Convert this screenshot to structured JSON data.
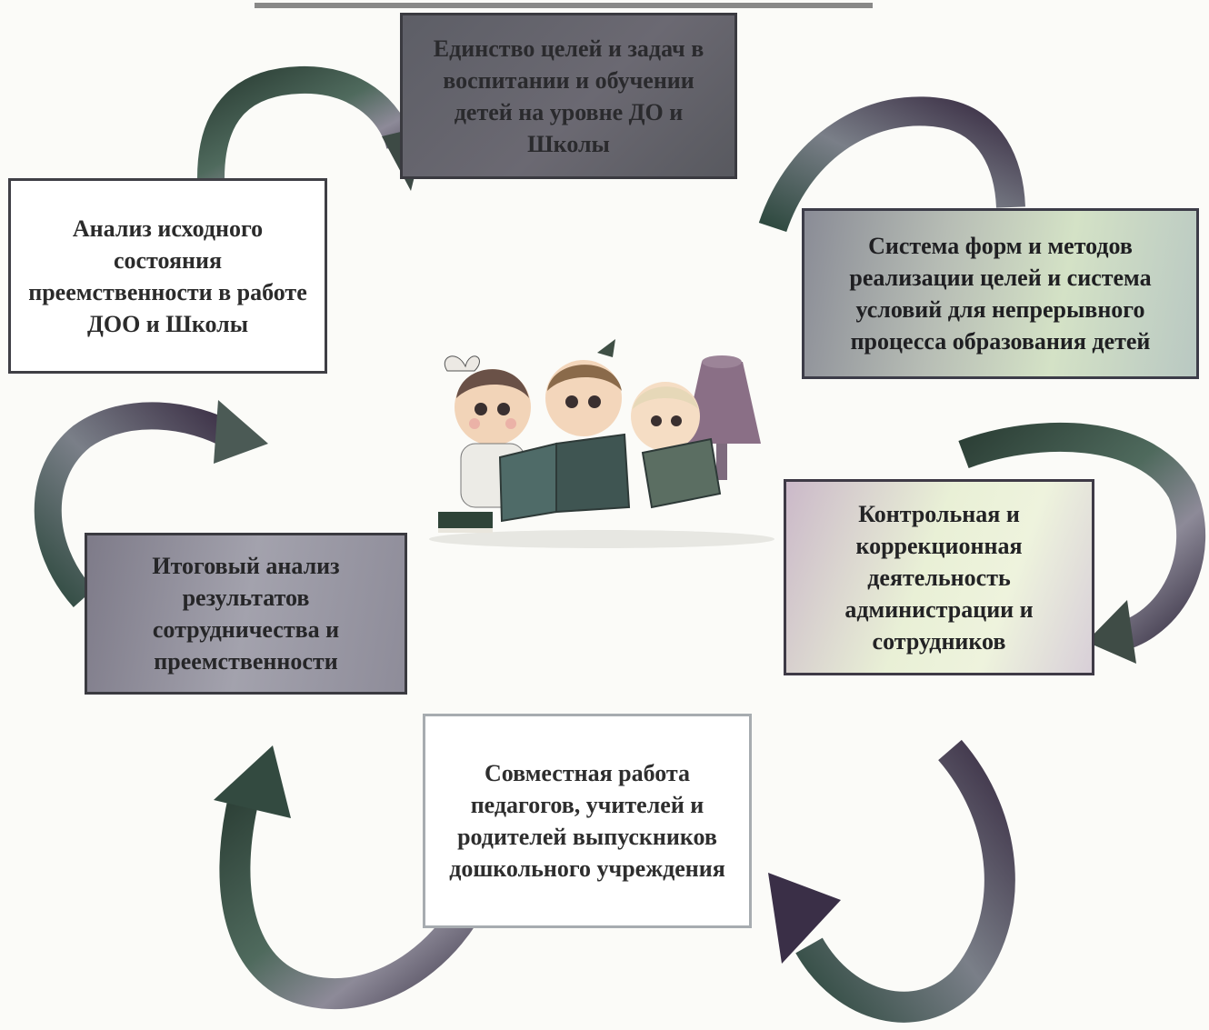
{
  "diagram": {
    "boxes": {
      "goals": "Единство целей и задач в воспитании и обучении детей на уровне ДО и Школы",
      "system": "Система форм и методов реализации целей и система условий для непрерывного процесса образования детей",
      "control": "Контрольная и коррекционная деятельность администрации и сотрудников",
      "joint": "Совместная работа педагогов, учителей и родителей выпускников дошкольного учреждения",
      "final": "Итоговый анализ результатов сотрудничества и преемственности",
      "initial": "Анализ исходного состояния преемственности в работе ДОО и Школы"
    },
    "colors": {
      "arrow_dark": "#2f4f45",
      "arrow_light": "#8b8f95",
      "arrow_purple": "#5a4a66"
    },
    "center_image": "children-reading-books-illustration"
  }
}
